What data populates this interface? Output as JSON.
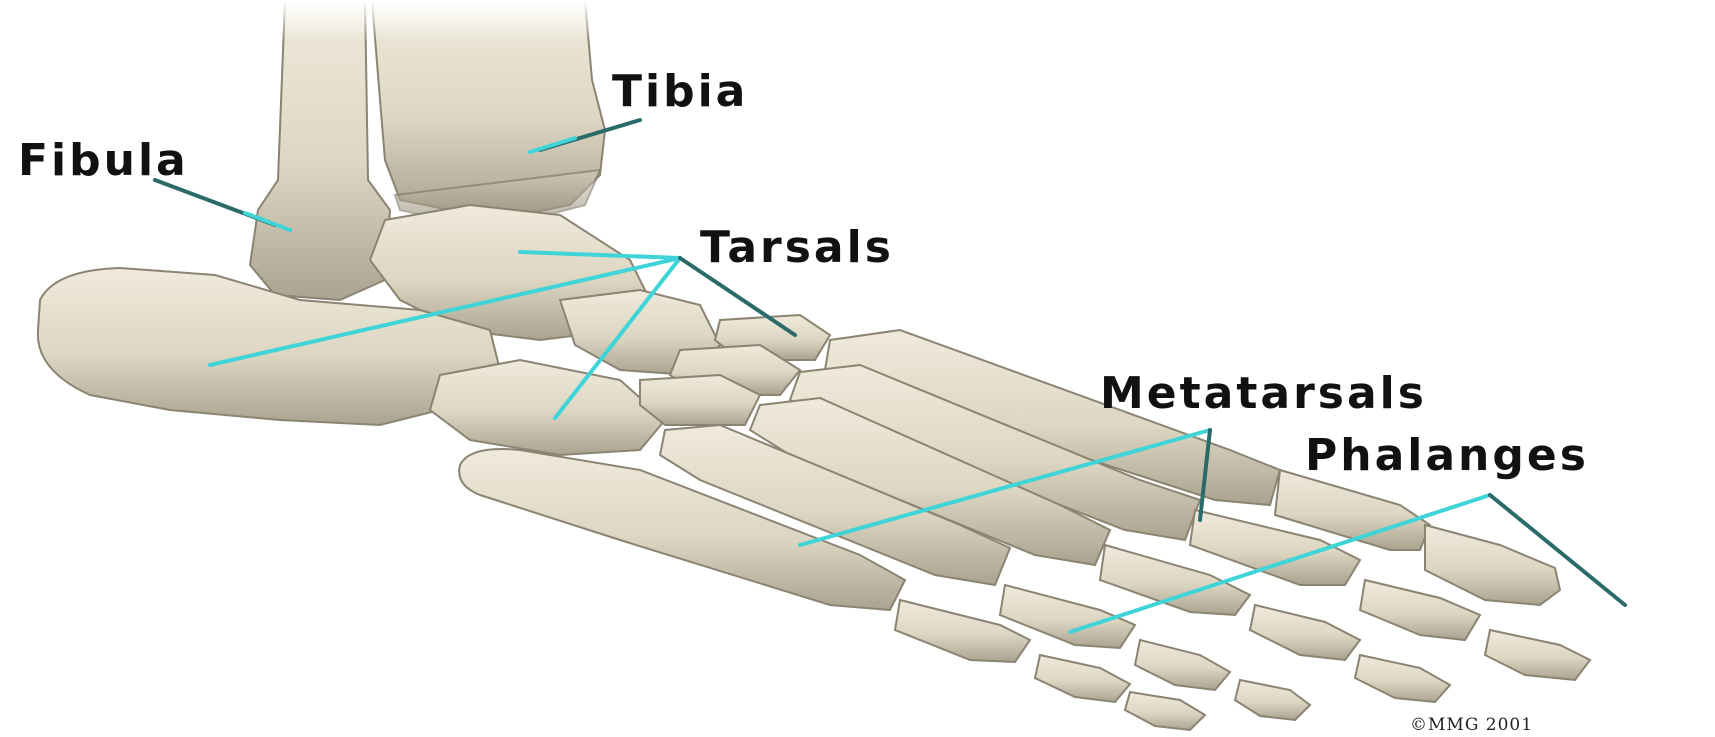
{
  "labels": {
    "tibia": "Tibia",
    "fibula": "Fibula",
    "tarsals": "Tarsals",
    "metatarsals": "Metatarsals",
    "phalanges": "Phalanges"
  },
  "copyright": "©MMG 2001",
  "colors": {
    "background": "#ffffff",
    "bone": "#e2dccb",
    "bone_shadow": "#a9a28e",
    "leader_line": "#3fd4d8",
    "leader_line_dark": "#2a6b6a",
    "label_text": "#111111"
  }
}
